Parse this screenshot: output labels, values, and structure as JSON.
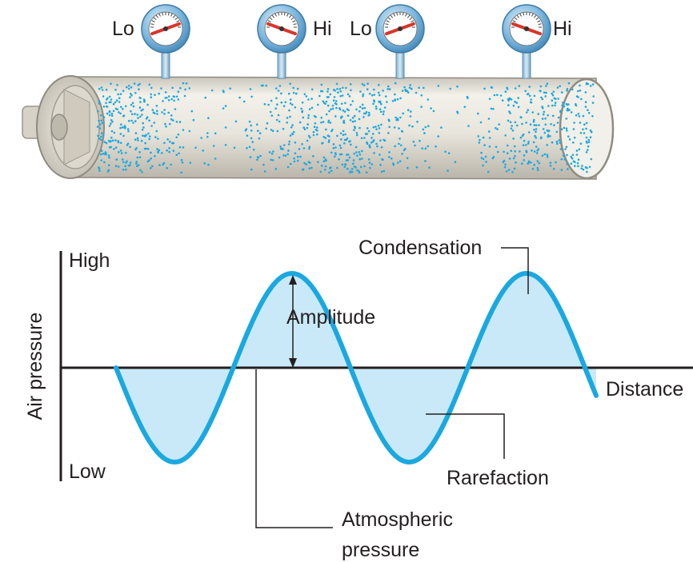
{
  "gauges": [
    {
      "label": "Lo",
      "reading": "low"
    },
    {
      "label": "Hi",
      "reading": "high"
    },
    {
      "label": "Lo",
      "reading": "low"
    },
    {
      "label": "Hi",
      "reading": "high"
    }
  ],
  "graph": {
    "y_axis_title": "Air pressure",
    "y_high": "High",
    "y_low": "Low",
    "x_axis_label": "Distance",
    "condensation_label": "Condensation",
    "amplitude_label": "Amplitude",
    "rarefaction_label": "Rarefaction",
    "atmospheric_label_line1": "Atmospheric",
    "atmospheric_label_line2": "pressure"
  },
  "colors": {
    "wave": "#1ba8e0",
    "wave_fill": "#c9e9f8",
    "particles": "#1ba8e0",
    "gauge_needle": "#d9352b",
    "gauge_ring": "#5fa9d6",
    "tube_body": "#e6e3da"
  }
}
